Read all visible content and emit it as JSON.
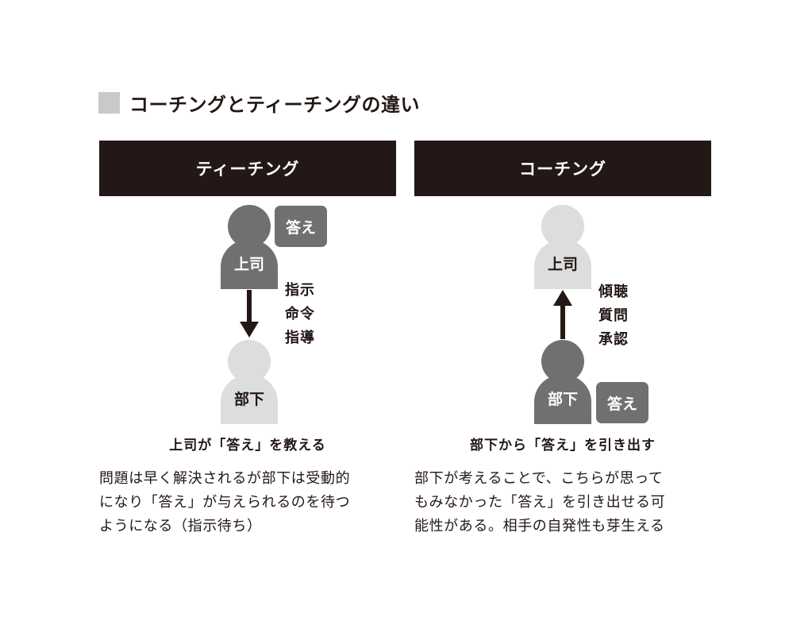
{
  "title": "コーチングとティーチングの違い",
  "teaching": {
    "header": "ティーチング",
    "boss_label": "上司",
    "sub_label": "部下",
    "answer_label": "答え",
    "actions": [
      "指示",
      "命令",
      "指導"
    ],
    "caption": "上司が「答え」を教える",
    "description": [
      "問題は早く解決されるが部下は受動的",
      "になり「答え」が与えられるのを待つ",
      "ようになる（指示待ち）"
    ]
  },
  "coaching": {
    "header": "コーチング",
    "boss_label": "上司",
    "sub_label": "部下",
    "answer_label": "答え",
    "actions": [
      "傾聴",
      "質問",
      "承認"
    ],
    "caption": "部下から「答え」を引き出す",
    "description": [
      "部下が考えることで、こちらが思って",
      "もみなかった「答え」を引き出せる可",
      "能性がある。相手の自発性も芽生える"
    ]
  },
  "colors": {
    "dark": "#231815",
    "gray": "#717071",
    "light_gray": "#dcdddd",
    "title_square": "#c9c9c9"
  }
}
